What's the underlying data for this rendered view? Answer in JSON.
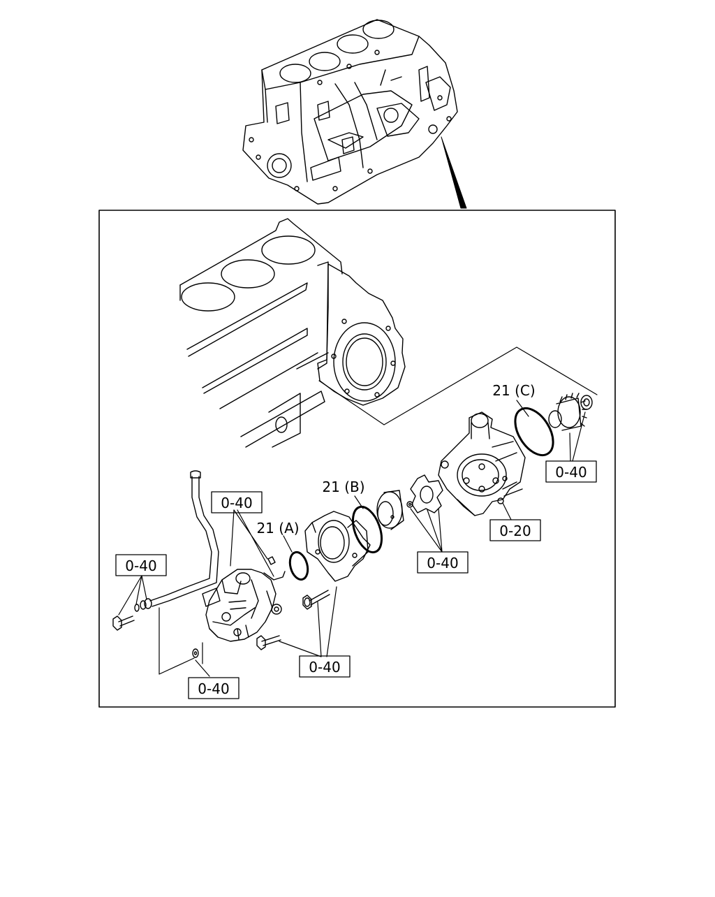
{
  "diagram": {
    "callouts": [
      {
        "id": "c-21c",
        "text": "21 (C)"
      },
      {
        "id": "c-040-gear",
        "text": "0-40"
      },
      {
        "id": "c-21b",
        "text": "21 (B)"
      },
      {
        "id": "c-040-top-left",
        "text": "0-40"
      },
      {
        "id": "c-21a",
        "text": "21 (A)"
      },
      {
        "id": "c-040-left",
        "text": "0-40"
      },
      {
        "id": "c-020",
        "text": "0-20"
      },
      {
        "id": "c-040-coupling",
        "text": "0-40"
      },
      {
        "id": "c-040-bolts",
        "text": "0-40"
      },
      {
        "id": "c-040-bottom",
        "text": "0-40"
      }
    ]
  }
}
